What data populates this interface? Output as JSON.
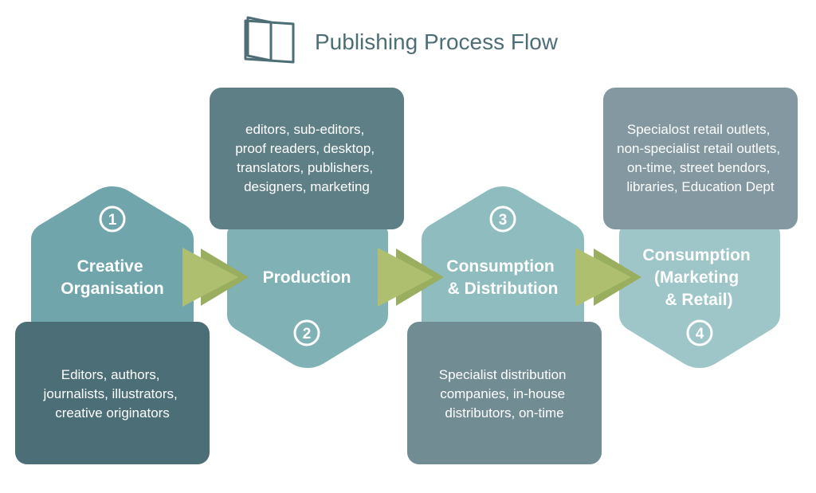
{
  "title": "Publishing Process Flow",
  "icon": "open-book-icon",
  "colors": {
    "title": "#4e6e76",
    "hex1": "#6fa5ab",
    "hex2": "#7fb1b5",
    "hex3": "#8ebcbf",
    "hex4": "#9ec6c8",
    "desc1": "#4c6e76",
    "desc2": "#5f7f86",
    "desc3": "#728c93",
    "desc4": "#8398a0",
    "arrow": "#aec070",
    "arrow_back": "#9aae60"
  },
  "steps": [
    {
      "number": "1",
      "title_lines": [
        "Creative",
        "Organisation"
      ],
      "desc_lines": [
        "Editors, authors,",
        "journalists, illustrators,",
        "creative originators"
      ]
    },
    {
      "number": "2",
      "title_lines": [
        "Production"
      ],
      "desc_lines": [
        "editors, sub-editors,",
        "proof readers, desktop,",
        "translators, publishers,",
        "designers, marketing"
      ]
    },
    {
      "number": "3",
      "title_lines": [
        "Consumption",
        "& Distribution"
      ],
      "desc_lines": [
        "Specialist distribution",
        "companies, in-house",
        "distributors, on-time"
      ]
    },
    {
      "number": "4",
      "title_lines": [
        "Consumption",
        "(Marketing",
        "& Retail)"
      ],
      "desc_lines": [
        "Specialost retail outlets,",
        "non-specialist retail outlets,",
        "on-time, street bendors,",
        "libraries, Education Dept"
      ]
    }
  ]
}
